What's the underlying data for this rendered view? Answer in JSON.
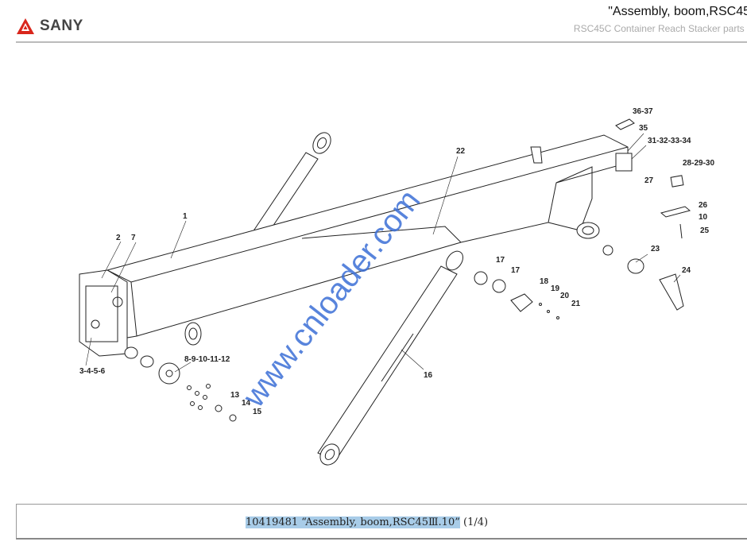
{
  "header": {
    "brand": "SANY",
    "title": "\"Assembly, boom,RSC45",
    "subtitle": "RSC45C Container Reach Stacker  parts r"
  },
  "diagram": {
    "watermark": "www.cnloader.com",
    "callouts": [
      "1",
      "2",
      "7",
      "3-4-5-6",
      "8-9-10-11-12",
      "13",
      "14",
      "15",
      "16",
      "17",
      "17",
      "18",
      "19",
      "20",
      "21",
      "22",
      "23",
      "24",
      "25",
      "26",
      "10",
      "27",
      "28-29-30",
      "31-32-33-34",
      "35",
      "36-37"
    ]
  },
  "caption": {
    "part": "10419481 “Assembly, boom,RSC45Ⅲ.10”",
    "page": "(1/4)"
  },
  "colors": {
    "brand_red": "#d9261c",
    "highlight": "#a8cce8",
    "watermark": "#3b6fd6"
  }
}
